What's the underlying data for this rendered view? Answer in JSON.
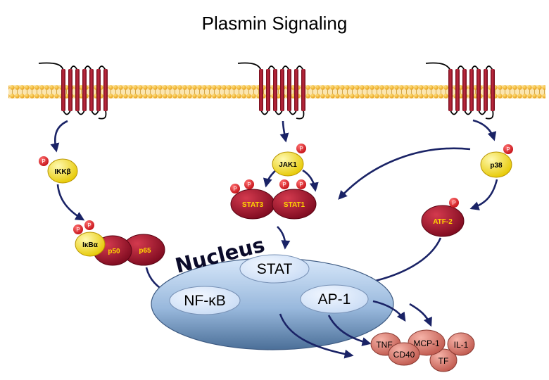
{
  "title": "Plasmin Signaling",
  "labels": {
    "ikkb": "IKKβ",
    "ikba": "IκBα",
    "p50": "p50",
    "p65": "p65",
    "jak1": "JAK1",
    "stat3": "STAT3",
    "stat1": "STAT1",
    "p38": "p38",
    "atf2": "ATF-2",
    "nucleus": "Nucleus",
    "nfkb": "NF-κB",
    "stat": "STAT",
    "ap1": "AP-1",
    "phospho": "P"
  },
  "outputs": {
    "tnf": "TNF",
    "cd40": "CD40",
    "mcp1": "MCP-1",
    "il1": "IL-1",
    "tf": "TF"
  },
  "colors": {
    "membrane": "#f5b532",
    "receptor": "#a0182a",
    "yellow_protein": "#f7e11e",
    "red_protein": "#a30f2a",
    "phospho": "#e0222a",
    "arrow": "#1a2366",
    "nucleus_light": "#c7dcf4",
    "nucleus_dark": "#5a7ea6",
    "output": "#d87a6e"
  }
}
